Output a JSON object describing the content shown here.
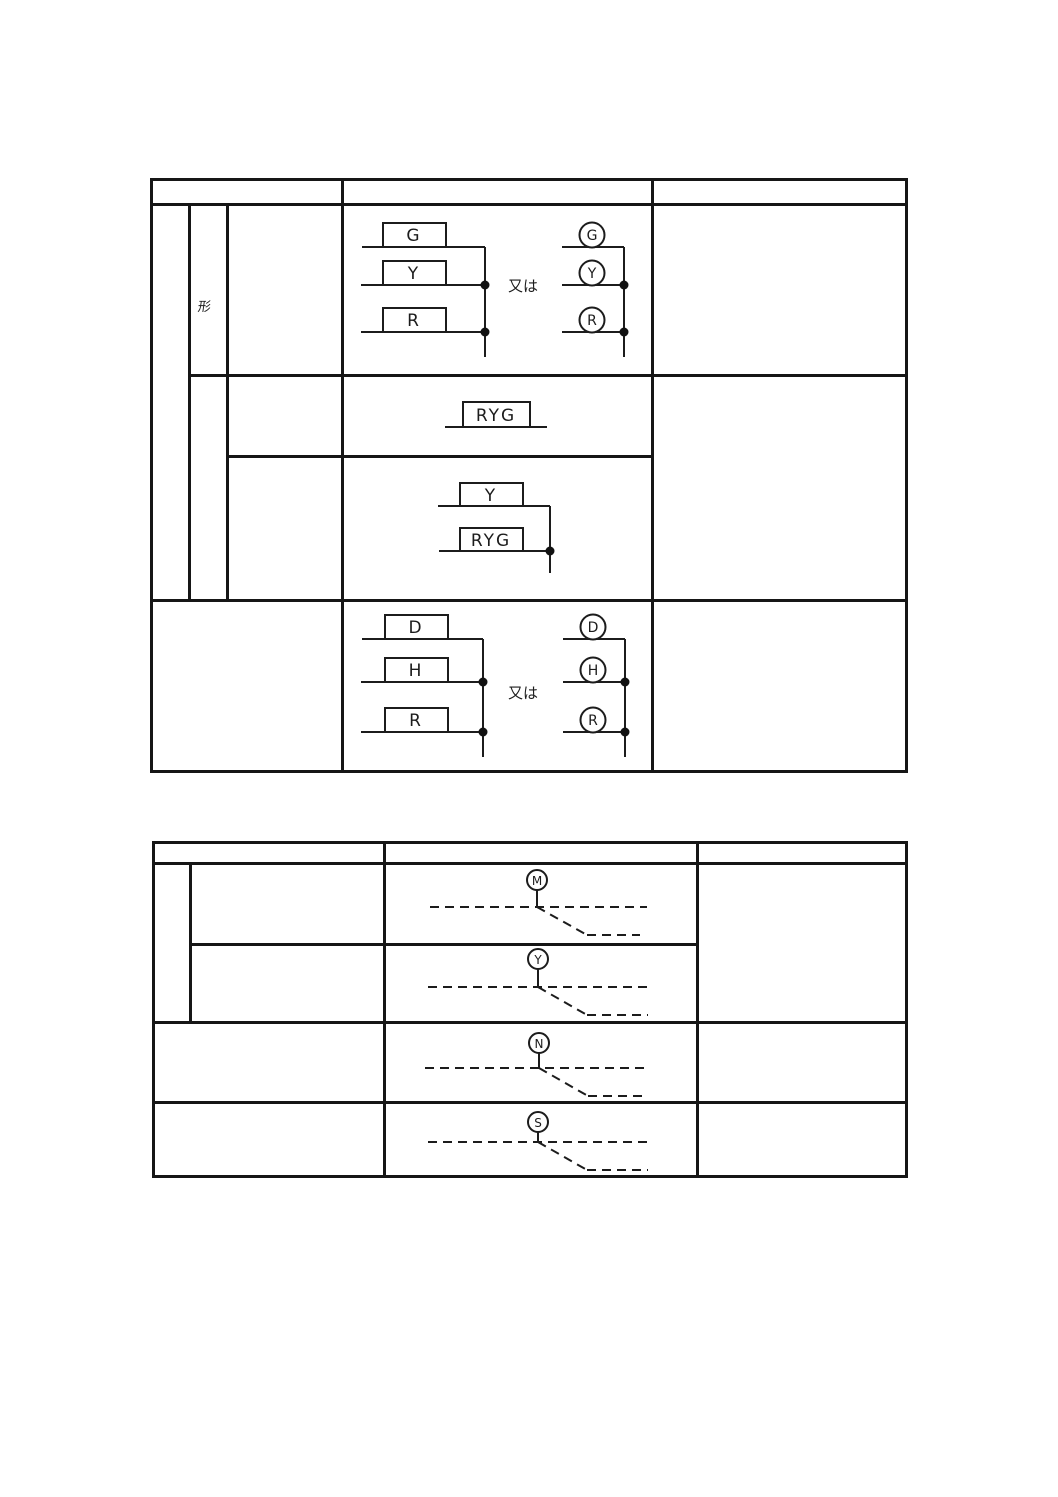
{
  "document": {
    "ink_color": "#1c1c1c",
    "paper_color": "#ffffff"
  },
  "table1": {
    "row_label": "形",
    "or_text": "又は",
    "ladder_top": {
      "letters": [
        "G",
        "Y",
        "R"
      ]
    },
    "single_box": {
      "label": "RYG"
    },
    "stacked_boxes": {
      "top_label": "Y",
      "bottom_label": "RYG"
    },
    "ladder_bottom": {
      "letters": [
        "D",
        "H",
        "R"
      ]
    }
  },
  "table2": {
    "symbols": [
      "M",
      "Y",
      "N",
      "S"
    ]
  }
}
